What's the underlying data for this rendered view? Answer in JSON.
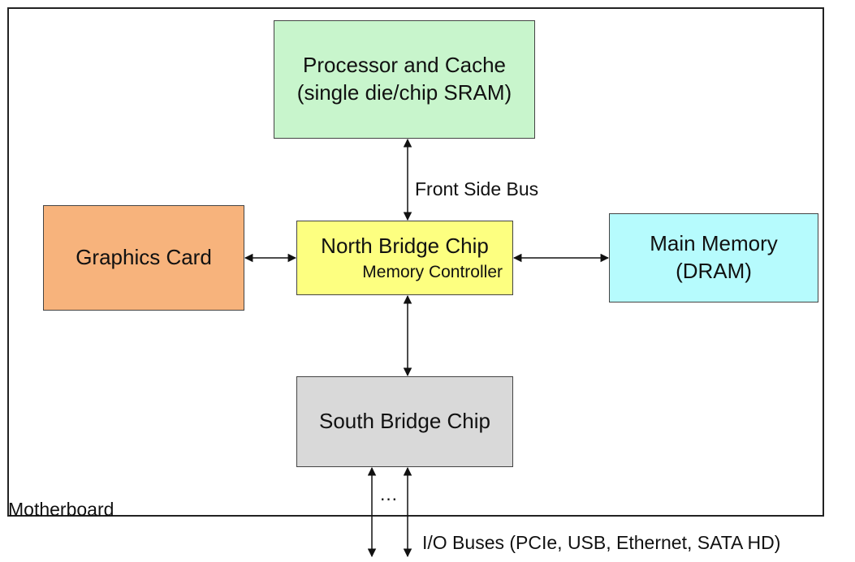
{
  "processor": {
    "line1": "Processor and Cache",
    "line2": "(single die/chip SRAM)",
    "color": "#c8f5cc"
  },
  "graphics": {
    "label": "Graphics Card",
    "color": "#f7b37c"
  },
  "north_bridge": {
    "title": "North Bridge Chip",
    "subtitle": "Memory Controller",
    "color": "#fdff80"
  },
  "main_memory": {
    "line1": "Main Memory",
    "line2": "(DRAM)",
    "color": "#b6fbfd"
  },
  "south_bridge": {
    "label": "South Bridge Chip",
    "color": "#d9d9d9"
  },
  "front_side_bus_label": "Front Side Bus",
  "motherboard_label": "Motherboard",
  "ellipsis": "…",
  "io_buses_label": "I/O Buses (PCIe, USB, Ethernet, SATA HD)"
}
